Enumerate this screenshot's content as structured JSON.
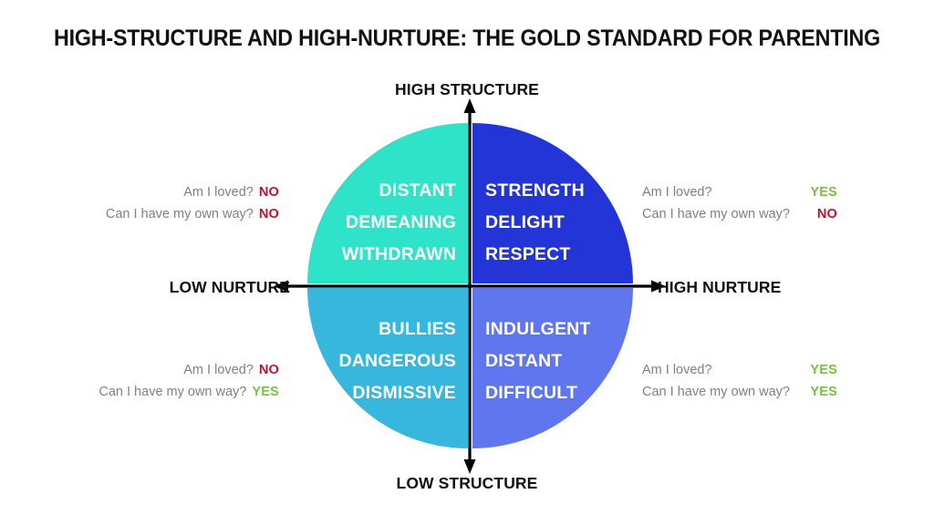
{
  "title": "HIGH-STRUCTURE AND HIGH-NURTURE: THE GOLD STANDARD FOR PARENTING",
  "axes": {
    "top": "HIGH STRUCTURE",
    "bottom": "LOW STRUCTURE",
    "left": "LOW NURTURE",
    "right": "HIGH NURTURE"
  },
  "colors": {
    "top_left": "#2EE3C8",
    "top_right": "#2335D6",
    "bottom_left": "#37B7DE",
    "bottom_right": "#5F76EE",
    "answer_no": "#c8102e",
    "answer_yes": "#76c043",
    "question": "#808080",
    "title": "#111111"
  },
  "quadrants": {
    "top_left": {
      "name": "low-nurture-high-structure",
      "words": [
        "DISTANT",
        "DEMEANING",
        "WITHDRAWN"
      ],
      "word_1": "DISTANT",
      "word_2": "DEMEANING",
      "word_3": "WITHDRAWN"
    },
    "top_right": {
      "name": "high-nurture-high-structure",
      "words": [
        "STRENGTH",
        "DELIGHT",
        "RESPECT"
      ],
      "word_1": "STRENGTH",
      "word_2": "DELIGHT",
      "word_3": "RESPECT"
    },
    "bottom_left": {
      "name": "low-nurture-low-structure",
      "words": [
        "BULLIES",
        "DANGEROUS",
        "DISMISSIVE"
      ],
      "word_1": "BULLIES",
      "word_2": "DANGEROUS",
      "word_3": "DISMISSIVE"
    },
    "bottom_right": {
      "name": "high-nurture-low-structure",
      "words": [
        "INDULGENT",
        "DISTANT",
        "DIFFICULT"
      ],
      "word_1": "INDULGENT",
      "word_2": "DISTANT",
      "word_3": "DIFFICULT"
    }
  },
  "questions": {
    "loved": "Am I loved?",
    "own_way": "Can I have my own way?"
  },
  "annotations": {
    "top_left": {
      "loved": "NO",
      "own_way": "NO"
    },
    "top_right": {
      "loved": "YES",
      "own_way": "NO"
    },
    "bottom_left": {
      "loved": "NO",
      "own_way": "YES"
    },
    "bottom_right": {
      "loved": "YES",
      "own_way": "YES"
    }
  }
}
